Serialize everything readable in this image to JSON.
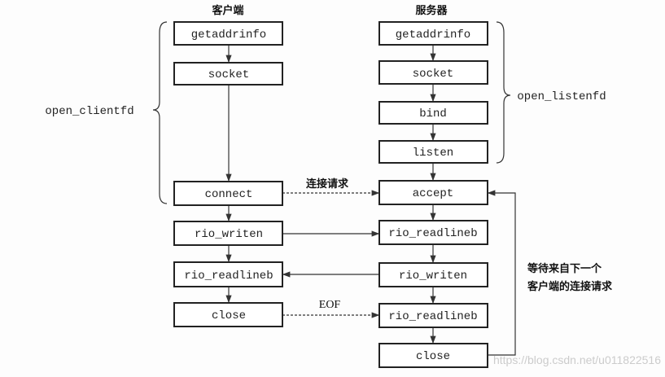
{
  "client_title": "客户端",
  "server_title": "服务器",
  "client_boxes": [
    "getaddrinfo",
    "socket",
    "connect",
    "rio_writen",
    "rio_readlineb",
    "close"
  ],
  "server_boxes": [
    "getaddrinfo",
    "socket",
    "bind",
    "listen",
    "accept",
    "rio_readlineb",
    "rio_writen",
    "rio_readlineb",
    "close"
  ],
  "open_clientfd": "open_clientfd",
  "open_listenfd": "open_listenfd",
  "connect_request": "连接请求",
  "eof": "EOF",
  "wait_line1": "等待来自下一个",
  "wait_line2": "客户端的连接请求",
  "watermark": "https://blog.csdn.net/u011822516"
}
